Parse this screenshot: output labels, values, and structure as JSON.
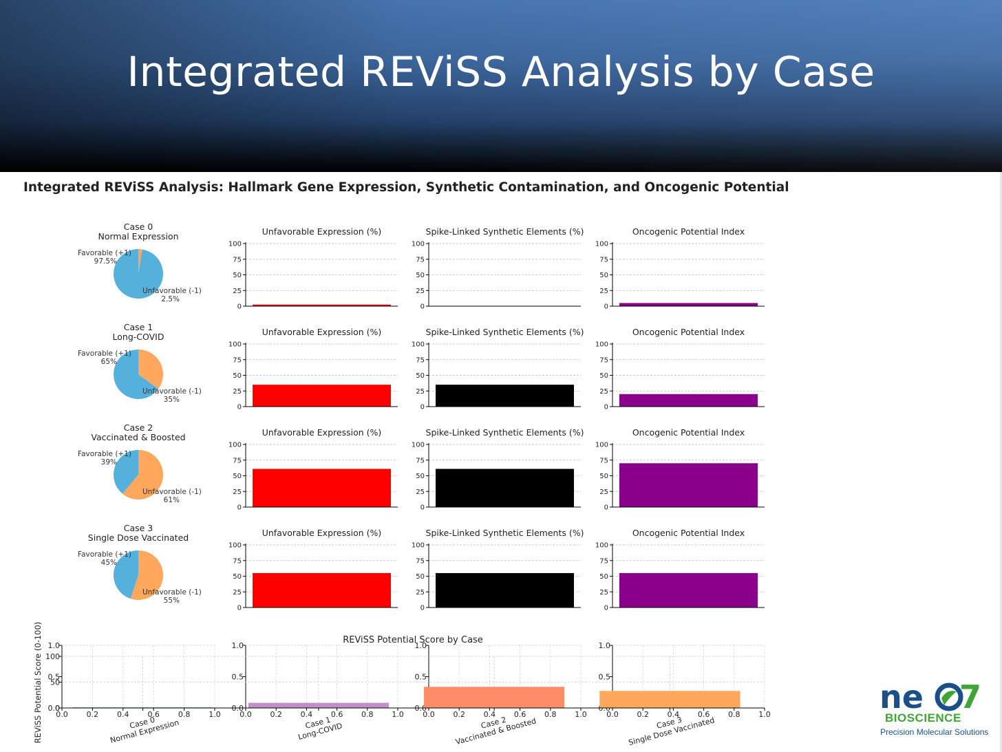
{
  "header": {
    "title": "Integrated REViSS Analysis by Case"
  },
  "figure": {
    "title": "Integrated REViSS Analysis: Hallmark Gene Expression, Synthetic Contamination, and Oncogenic Potential"
  },
  "logo": {
    "brand": "neo7",
    "subbrand": "BIOSCIENCE",
    "tagline": "Precision Molecular Solutions"
  },
  "colors": {
    "favorable": "#56b0dc",
    "unfavorable": "#ffa75c",
    "unfavorable_bar": "#ff0000",
    "synthetic_bar": "#000000",
    "oncogenic_bar": "#8b008b",
    "score_case0": "#1ba37e",
    "score_case1": "#c28fcb",
    "score_case2": "#ff8c69",
    "score_case3": "#ffa85c"
  },
  "chart_data": [
    {
      "type": "pie",
      "case": "Case 0",
      "subtitle": "Normal Expression",
      "slices": [
        {
          "label": "Favorable (+1)",
          "value": 97.5,
          "pct_label": "97.5%"
        },
        {
          "label": "Unfavorable (-1)",
          "value": 2.5,
          "pct_label": "2.5%"
        }
      ]
    },
    {
      "type": "bar",
      "title": "Unfavorable Expression (%)",
      "ylim": [
        0,
        100
      ],
      "yticks": [
        "0",
        "25",
        "50",
        "75",
        "100"
      ],
      "value": 2.5
    },
    {
      "type": "bar",
      "title": "Spike-Linked Synthetic Elements (%)",
      "ylim": [
        0,
        100
      ],
      "yticks": [
        "0",
        "25",
        "50",
        "75",
        "100"
      ],
      "value": 0
    },
    {
      "type": "bar",
      "title": "Oncogenic Potential Index",
      "ylim": [
        0,
        100
      ],
      "yticks": [
        "0",
        "25",
        "50",
        "75",
        "100"
      ],
      "value": 5
    },
    {
      "type": "pie",
      "case": "Case 1",
      "subtitle": "Long-COVID",
      "slices": [
        {
          "label": "Favorable (+1)",
          "value": 65,
          "pct_label": "65%"
        },
        {
          "label": "Unfavorable (-1)",
          "value": 35,
          "pct_label": "35%"
        }
      ]
    },
    {
      "type": "bar",
      "title": "Unfavorable Expression (%)",
      "ylim": [
        0,
        100
      ],
      "yticks": [
        "0",
        "25",
        "50",
        "75",
        "100"
      ],
      "value": 35
    },
    {
      "type": "bar",
      "title": "Spike-Linked Synthetic Elements (%)",
      "ylim": [
        0,
        100
      ],
      "yticks": [
        "0",
        "25",
        "50",
        "75",
        "100"
      ],
      "value": 35
    },
    {
      "type": "bar",
      "title": "Oncogenic Potential Index",
      "ylim": [
        0,
        100
      ],
      "yticks": [
        "0",
        "25",
        "50",
        "75",
        "100"
      ],
      "value": 20
    },
    {
      "type": "pie",
      "case": "Case 2",
      "subtitle": "Vaccinated & Boosted",
      "slices": [
        {
          "label": "Favorable (+1)",
          "value": 39,
          "pct_label": "39%"
        },
        {
          "label": "Unfavorable (-1)",
          "value": 61,
          "pct_label": "61%"
        }
      ]
    },
    {
      "type": "bar",
      "title": "Unfavorable Expression (%)",
      "ylim": [
        0,
        100
      ],
      "yticks": [
        "0",
        "25",
        "50",
        "75",
        "100"
      ],
      "value": 61
    },
    {
      "type": "bar",
      "title": "Spike-Linked Synthetic Elements (%)",
      "ylim": [
        0,
        100
      ],
      "yticks": [
        "0",
        "25",
        "50",
        "75",
        "100"
      ],
      "value": 61
    },
    {
      "type": "bar",
      "title": "Oncogenic Potential Index",
      "ylim": [
        0,
        100
      ],
      "yticks": [
        "0",
        "25",
        "50",
        "75",
        "100"
      ],
      "value": 70
    },
    {
      "type": "pie",
      "case": "Case 3",
      "subtitle": "Single Dose Vaccinated",
      "slices": [
        {
          "label": "Favorable (+1)",
          "value": 45,
          "pct_label": "45%"
        },
        {
          "label": "Unfavorable (-1)",
          "value": 55,
          "pct_label": "55%"
        }
      ]
    },
    {
      "type": "bar",
      "title": "Unfavorable Expression (%)",
      "ylim": [
        0,
        100
      ],
      "yticks": [
        "0",
        "25",
        "50",
        "75",
        "100"
      ],
      "value": 55
    },
    {
      "type": "bar",
      "title": "Spike-Linked Synthetic Elements (%)",
      "ylim": [
        0,
        100
      ],
      "yticks": [
        "0",
        "25",
        "50",
        "75",
        "100"
      ],
      "value": 55
    },
    {
      "type": "bar",
      "title": "Oncogenic Potential Index",
      "ylim": [
        0,
        100
      ],
      "yticks": [
        "0",
        "25",
        "50",
        "75",
        "100"
      ],
      "value": 55
    },
    {
      "type": "bar",
      "title": "REViSS Potential Score by Case",
      "ylabel": "REViSS Potential Score (0-100)",
      "ylim": [
        0,
        100
      ],
      "yticks": [
        "0",
        "50",
        "100"
      ],
      "categories": [
        "Case 0\nNormal Expression",
        "Case 1\nLong-COVID",
        "Case 2\nVaccinated & Boosted",
        "Case 3\nSingle Dose Vaccinated"
      ],
      "values": [
        1,
        10,
        41,
        33
      ],
      "background_axes": {
        "xticks": [
          "0.0",
          "0.2",
          "0.4",
          "0.6",
          "0.8",
          "1.0"
        ],
        "yticks": [
          "0.0",
          "0.5",
          "1.0"
        ]
      }
    }
  ]
}
